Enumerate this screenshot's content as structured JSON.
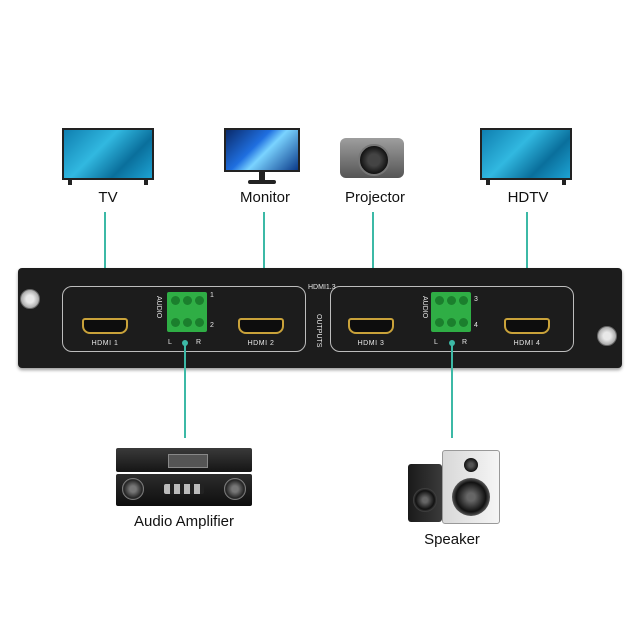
{
  "devices": {
    "tv": "TV",
    "monitor": "Monitor",
    "projector": "Projector",
    "hdtv": "HDTV",
    "amplifier": "Audio Amplifier",
    "speaker": "Speaker"
  },
  "panel": {
    "hdmi1": "HDMI 1",
    "hdmi2": "HDMI 2",
    "hdmi3": "HDMI 3",
    "hdmi4": "HDMI 4",
    "audio_left": "AUDIO",
    "audio_right": "AUDIO",
    "outputs_top": "HDMI1.3",
    "outputs_side": "OUTPUTS",
    "ch1": "1",
    "ch2": "2",
    "ch3": "3",
    "ch4": "4",
    "l1": "L",
    "r1": "R",
    "l2": "L",
    "r2": "R"
  },
  "colors": {
    "wire": "#3cb9a6",
    "panel": "#1c1c1c",
    "terminal": "#2fae45",
    "hdmi_gold": "#c9a23a"
  }
}
